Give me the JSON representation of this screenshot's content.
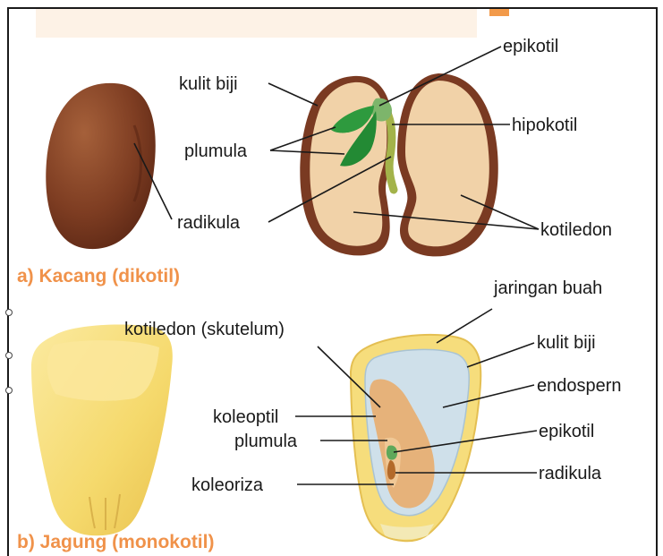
{
  "bean": {
    "caption": "a) Kacang (dikotil)",
    "labels": {
      "kulit_biji": "kulit biji",
      "plumula": "plumula",
      "radikula": "radikula",
      "epikotil": "epikotil",
      "hipokotil": "hipokotil",
      "kotiledon": "kotiledon"
    }
  },
  "corn": {
    "caption": "b) Jagung (monokotil)",
    "labels": {
      "jaringan_buah": "jaringan buah",
      "kotiledon_skutelum": "kotiledon (skutelum)",
      "kulit_biji": "kulit biji",
      "endospern": "endospern",
      "koleoptil": "koleoptil",
      "plumula": "plumula",
      "epikotil": "epikotil",
      "radikula": "radikula",
      "koleoriza": "koleoriza"
    }
  },
  "colors": {
    "caption": "#f0924a",
    "bean_brown": "#7a3a22",
    "bean_flesh": "#f1d2a8",
    "leaf_green": "#2e9a3e",
    "corn_yellow": "#f6dd7c",
    "endosperm_blue": "#cfe0ea",
    "embryo_tan": "#e6b27a"
  }
}
